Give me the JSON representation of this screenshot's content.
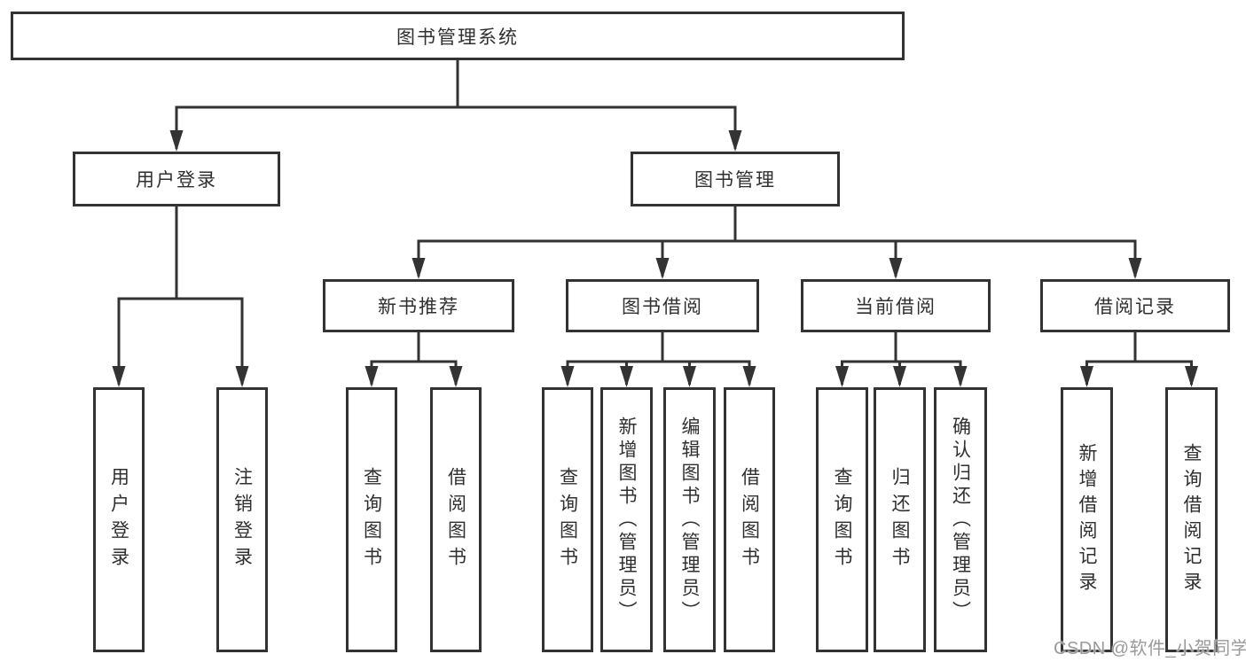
{
  "tree": {
    "root": {
      "label": "图书管理系统"
    },
    "branches": [
      {
        "label": "用户登录",
        "children": [
          {
            "label": "用户登录"
          },
          {
            "label": "注销登录"
          }
        ]
      },
      {
        "label": "图书管理",
        "children": [
          {
            "label": "新书推荐",
            "children": [
              {
                "label": "查询图书"
              },
              {
                "label": "借阅图书"
              }
            ]
          },
          {
            "label": "图书借阅",
            "children": [
              {
                "label": "查询图书"
              },
              {
                "label": "新增图书（管理员）"
              },
              {
                "label": "编辑图书（管理员）"
              },
              {
                "label": "借阅图书"
              }
            ]
          },
          {
            "label": "当前借阅",
            "children": [
              {
                "label": "查询图书"
              },
              {
                "label": "归还图书"
              },
              {
                "label": "确认归还（管理员）"
              }
            ]
          },
          {
            "label": "借阅记录",
            "children": [
              {
                "label": "新增借阅记录"
              },
              {
                "label": "查询借阅记录"
              }
            ]
          }
        ]
      }
    ]
  },
  "watermark": {
    "text": "CSDN @软件_小贺同学"
  },
  "colors": {
    "line": "#333333",
    "text": "#2f2f2f",
    "watermark": "#9a9a9a",
    "background": "#ffffff"
  }
}
